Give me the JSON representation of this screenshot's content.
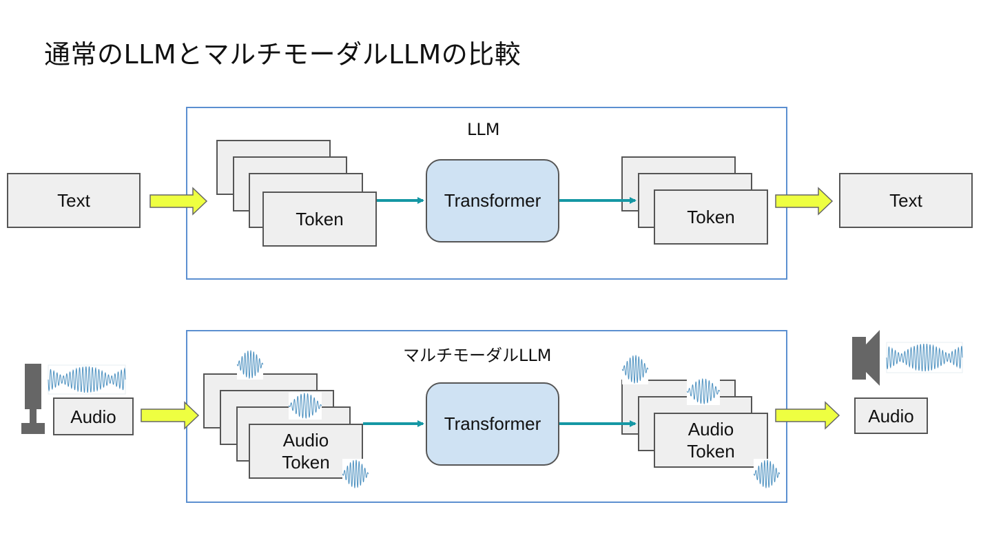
{
  "title": "通常のLLMとマルチモーダルLLMの比較",
  "top": {
    "panel_label": "LLM",
    "input_label": "Text",
    "token_label": "Token",
    "transformer_label": "Transformer",
    "output_token_label": "Token",
    "output_label": "Text"
  },
  "bottom": {
    "panel_label": "マルチモーダルLLM",
    "input_label": "Audio",
    "token_label": "Audio\nToken",
    "transformer_label": "Transformer",
    "output_token_label": "Audio\nToken",
    "output_label": "Audio",
    "input_icon": "microphone-icon",
    "output_icon": "speaker-icon"
  },
  "colors": {
    "panel_border": "#5b8fd0",
    "transformer_fill": "#cfe2f3",
    "block_arrow_fill": "#eeff41",
    "connector_arrow": "#1597a4",
    "waveform": "#4a8fbf",
    "icon_gray": "#666666"
  }
}
